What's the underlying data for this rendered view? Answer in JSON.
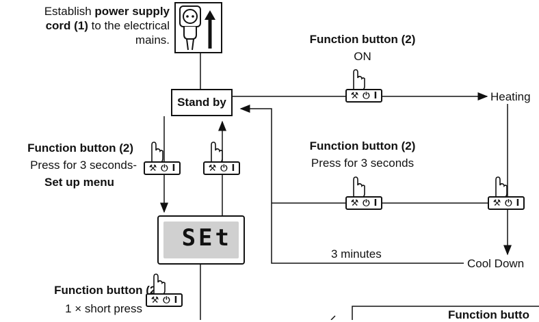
{
  "supply": {
    "pre": "Establish ",
    "bold": "power supply",
    "line2_bold": "cord (1)",
    "line2_rest": " to the electrical",
    "line3": "mains."
  },
  "standby_label": "Stand by",
  "heating_label": "Heating",
  "cooldown_label": "Cool Down",
  "three_minutes": "3 minutes",
  "fb_on": {
    "title": "Function button (2)",
    "sub": "ON"
  },
  "fb_setup": {
    "title": "Function button (2)",
    "sub": "Press for 3 seconds-",
    "sub2": "Set up menu"
  },
  "fb_mid": {
    "title": "Function button (2)",
    "sub": "Press for 3 seconds"
  },
  "fb_short": {
    "title": "Function button (2)",
    "sub": "1 × short press"
  },
  "lcd_text": "SEt",
  "panel_title": "Function butto",
  "button_glyphs": {
    "wrench": "⚒",
    "power": "⏻",
    "on": "I"
  }
}
